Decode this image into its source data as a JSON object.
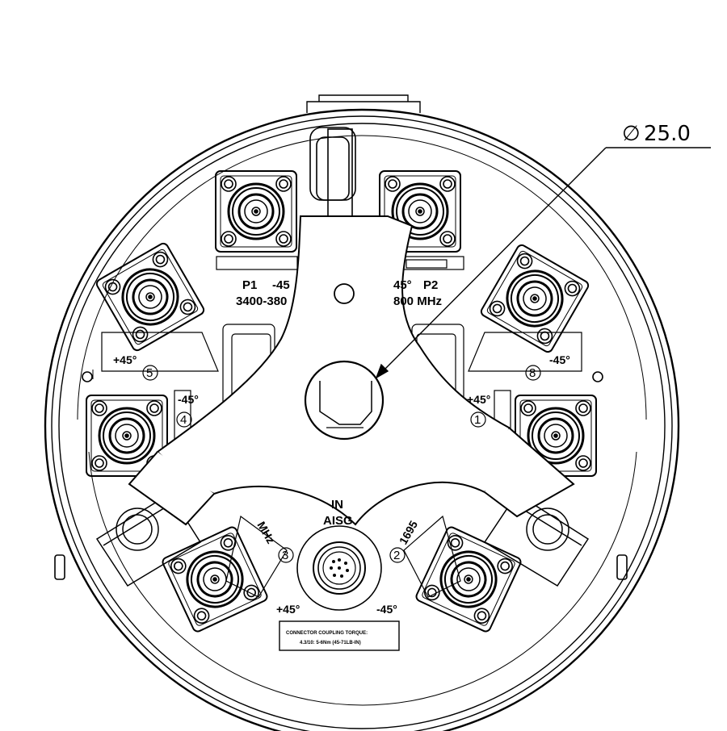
{
  "dimension": {
    "symbol": "∅",
    "value": "25.0"
  },
  "ports": {
    "p1": "P1",
    "p1_pol": "-45",
    "p1_freq": "3400-380",
    "p2": "P2",
    "p2_pol": "45°",
    "p2_freq": "800 MHz"
  },
  "pol": {
    "p5": "+45°",
    "p8": "-45°",
    "p4": "-45°",
    "p1": "+45°",
    "p3": "+45°",
    "p2": "-45°"
  },
  "nums": {
    "n1": "1",
    "n2": "2",
    "n3": "3",
    "n4": "4",
    "n5": "5",
    "n8": "8"
  },
  "aisg": {
    "line1": "IN",
    "line2": "AISG"
  },
  "side_text": {
    "left": "MHz",
    "right": "1695"
  },
  "torque": {
    "line1": "CONNECTOR COUPLING TORQUE:",
    "line2": "4.3/10: 5-6Nm  (45-71LB-IN)"
  }
}
